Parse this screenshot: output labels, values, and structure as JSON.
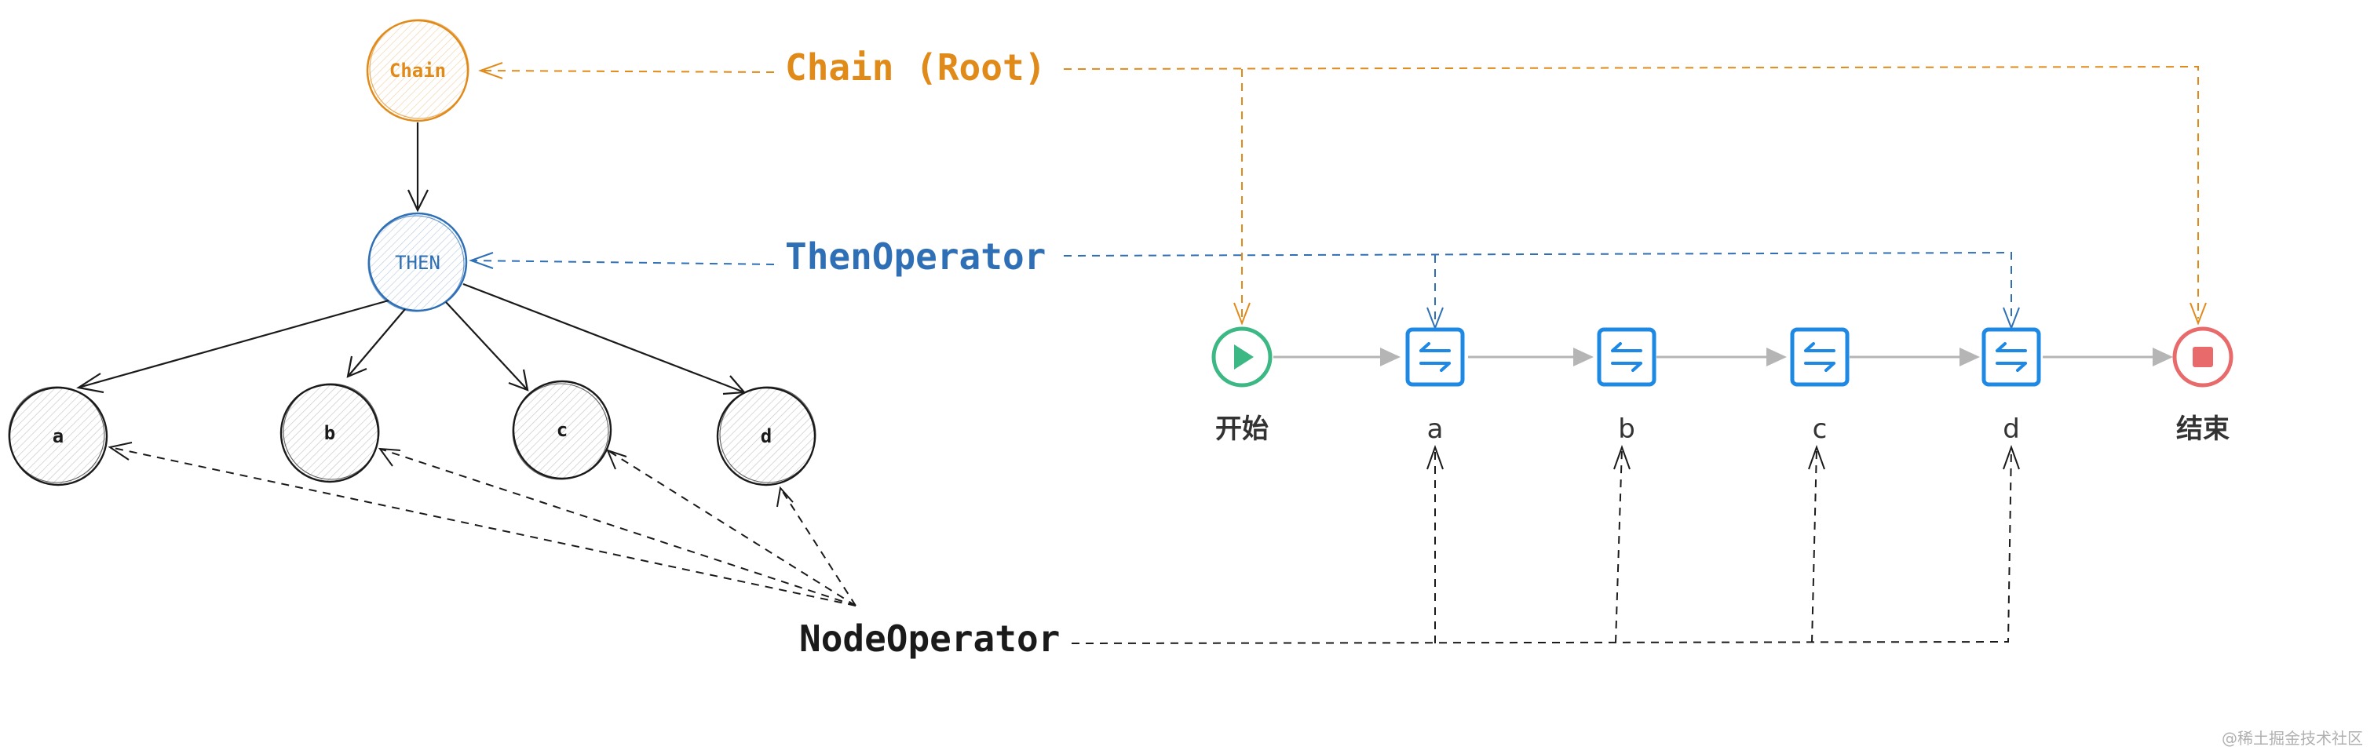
{
  "labels": {
    "chain_root": "Chain (Root)",
    "then_operator": "ThenOperator",
    "node_operator": "NodeOperator"
  },
  "tree": {
    "root": "Chain",
    "then": "THEN",
    "children": [
      "a",
      "b",
      "c",
      "d"
    ]
  },
  "flow": {
    "start": "开始",
    "end": "结束",
    "steps": [
      "a",
      "b",
      "c",
      "d"
    ]
  },
  "watermark": "@稀土掘金技术社区",
  "colors": {
    "orange": "#e08a1a",
    "blue": "#2e6fb5",
    "node_blue": "#1e88e5",
    "green": "#3cb884",
    "red": "#e96a6a",
    "dark": "#1a1a1a",
    "grey_arrow": "#b5b5b5"
  }
}
